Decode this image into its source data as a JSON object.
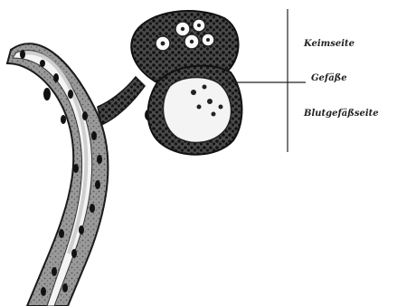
{
  "figure": {
    "labels": {
      "keimseite": "Keimseite",
      "gefaesse": "Gefäße",
      "blutgefaessseite": "Blutgefäßseite"
    },
    "colors": {
      "ink": "#1a1a1a",
      "tissue": "#8c8c8c",
      "dark_tissue": "#3a3a3a",
      "lumen": "#f4f4f4",
      "background": "#ffffff"
    }
  }
}
